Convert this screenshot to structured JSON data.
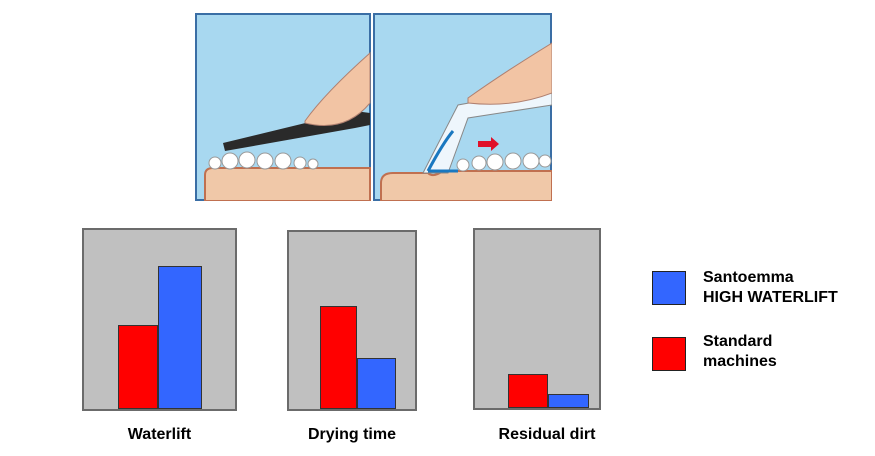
{
  "chart_data": {
    "type": "bar",
    "title": "",
    "categories": [
      "Waterlift",
      "Drying time",
      "Residual dirt"
    ],
    "series": [
      {
        "name": "Standard machines",
        "color": "#ff0000",
        "values": [
          47,
          58,
          19
        ]
      },
      {
        "name": "Santoemma HIGH WATERLIFT",
        "color": "#3366ff",
        "values": [
          80,
          29,
          8
        ]
      }
    ],
    "ylim": [
      0,
      100
    ],
    "xlabel": "",
    "ylabel": "",
    "grid": false,
    "legend": "right"
  },
  "legend": [
    {
      "line1": "Santoemma",
      "line2": "HIGH WATERLIFT",
      "color": "#3366ff"
    },
    {
      "line1": "Standard",
      "line2": "machines",
      "color": "#ff0000"
    }
  ]
}
